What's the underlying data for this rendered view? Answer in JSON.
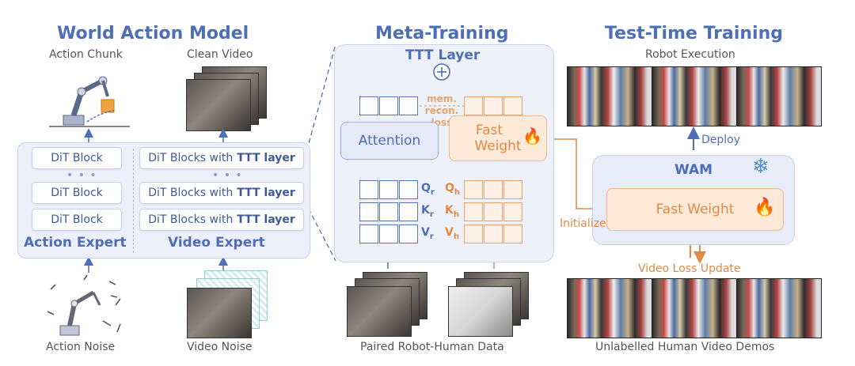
{
  "wam": {
    "title": "World Action Model",
    "action_chunk": "Action Chunk",
    "clean_video": "Clean Video",
    "dit_block": "DiT Block",
    "dit_ttt_prefix": "DiT Blocks with",
    "dit_ttt_bold": "TTT layer",
    "dots": "• • •",
    "action_expert": "Action Expert",
    "video_expert": "Video Expert",
    "action_noise": "Action Noise",
    "video_noise": "Video Noise"
  },
  "meta": {
    "title": "Meta-Training",
    "ttt_layer": "TTT Layer",
    "mem_loss_1": "mem.",
    "mem_loss_2": "recon.",
    "mem_loss_3": "loss",
    "attention": "Attention",
    "fast_weight_1": "Fast",
    "fast_weight_2": "Weight",
    "q_r": "Q",
    "q_r_sub": "r",
    "k_r": "K",
    "k_r_sub": "r",
    "v_r": "V",
    "v_r_sub": "r",
    "q_h": "Q",
    "q_h_sub": "h",
    "k_h": "K",
    "k_h_sub": "h",
    "v_h": "V",
    "v_h_sub": "h",
    "paired_data": "Paired Robot-Human Data"
  },
  "ttt": {
    "title": "Test-Time Training",
    "robot_execution": "Robot Execution",
    "deploy": "Deploy",
    "wam_label": "WAM",
    "fast_weight": "Fast Weight",
    "initialize": "Initialize",
    "video_loss_update": "Video Loss Update",
    "unlabelled_demos": "Unlabelled Human Video Demos"
  },
  "colors": {
    "blue": "#4d6fb8",
    "orange": "#e08a46",
    "panel": "#edf0fa"
  },
  "icons": [
    "robot-arm-icon",
    "fire-icon",
    "snowflake-icon",
    "plus-circle-icon"
  ]
}
